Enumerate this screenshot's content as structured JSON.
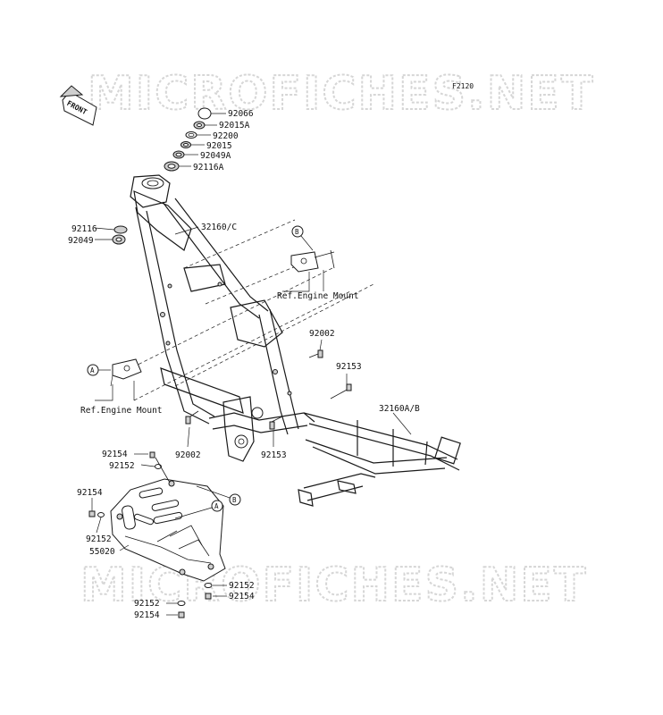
{
  "diagram": {
    "code": "F2120",
    "watermark": "MICROFICHES.NET",
    "front_label": "FRONT",
    "refs": [
      "A",
      "B"
    ],
    "ref_notes": [
      "Ref.Engine Mount",
      "Ref.Engine Mount"
    ],
    "parts": {
      "p92066": "92066",
      "p92015A": "92015A",
      "p92200": "92200",
      "p92015": "92015",
      "p92049A": "92049A",
      "p92116A": "92116A",
      "p92116": "92116",
      "p92049": "92049",
      "p32160C": "32160/C",
      "p92002_r": "92002",
      "p92153_r": "92153",
      "p32160AB": "32160A/B",
      "p92002_b": "92002",
      "p92153_b": "92153",
      "p92154_a": "92154",
      "p92152_a": "92152",
      "p92154_b": "92154",
      "p92152_b": "92152",
      "p55020": "55020",
      "p92152_c": "92152",
      "p92154_c": "92154",
      "p92152_d": "92152",
      "p92154_d": "92154"
    }
  }
}
